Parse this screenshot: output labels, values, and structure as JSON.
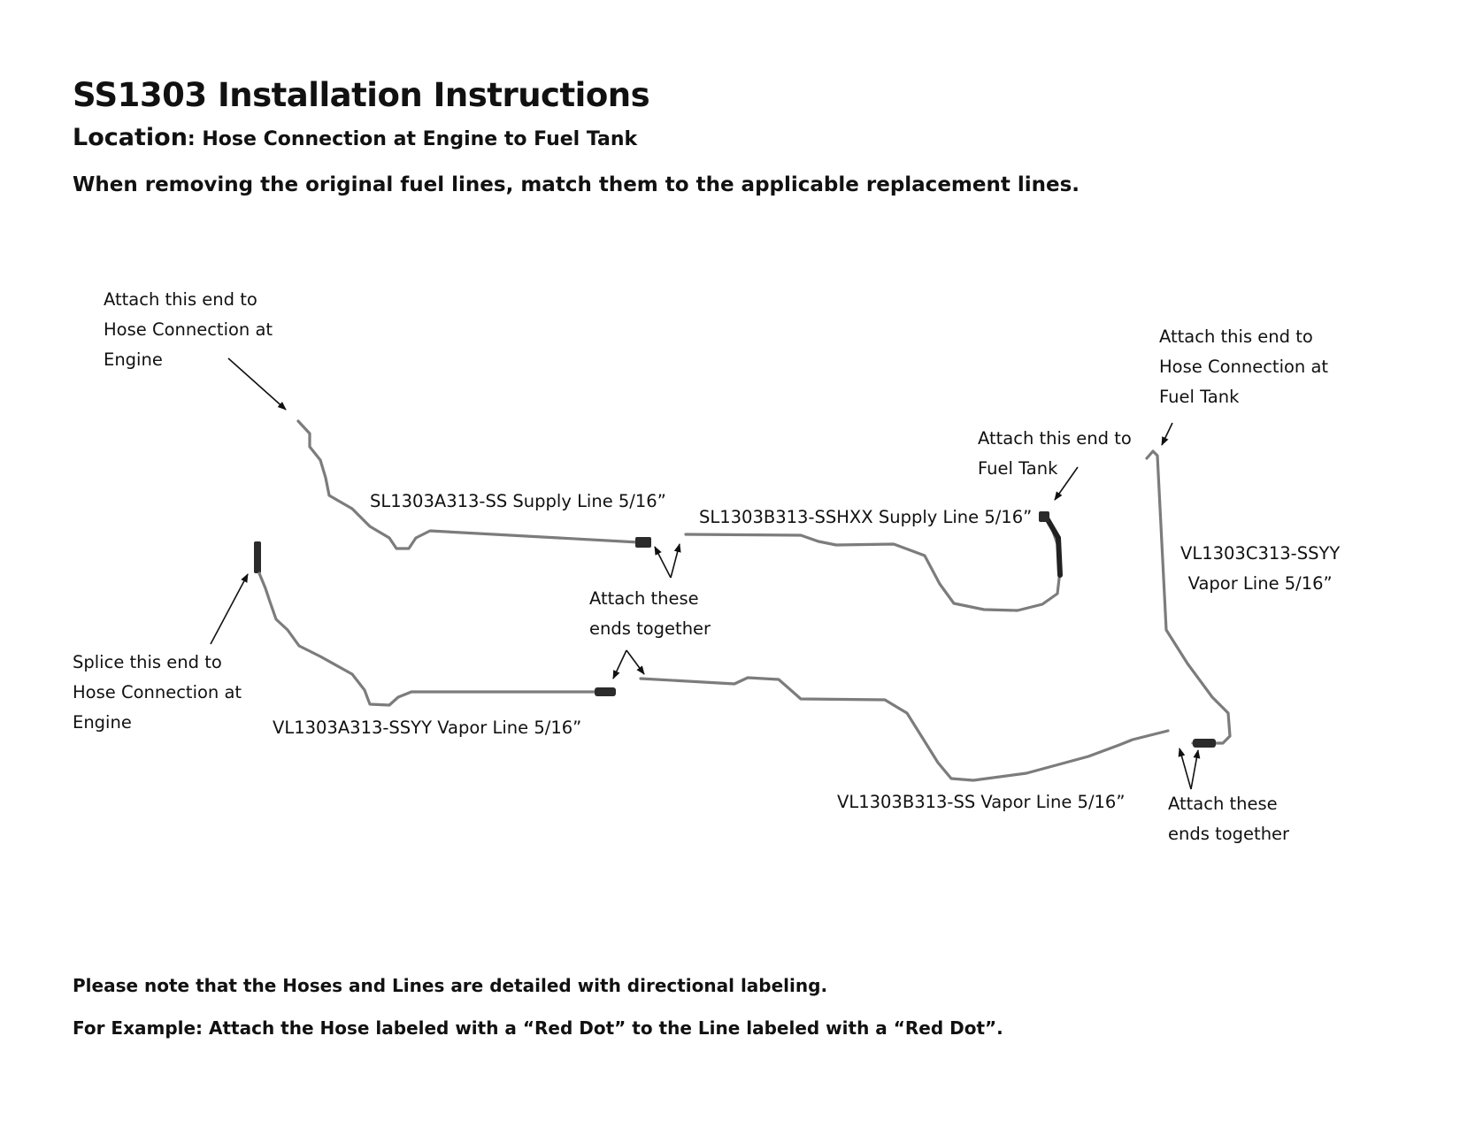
{
  "header": {
    "title": "SS1303 Installation Instructions",
    "location_label": "Location",
    "location_value": ": Hose Connection at Engine to Fuel Tank",
    "intro": "When removing the original fuel lines, match them to the applicable replacement lines."
  },
  "labels": {
    "attach_engine": [
      "Attach this end to",
      "Hose Connection at",
      "Engine"
    ],
    "attach_fuel_tank_hose": [
      "Attach this end to",
      "Hose Connection at",
      "Fuel Tank"
    ],
    "attach_fuel_tank": [
      "Attach this end to",
      "Fuel Tank"
    ],
    "splice_engine": [
      "Splice this end to",
      "Hose Connection at",
      "Engine"
    ],
    "attach_together_1": [
      "Attach these",
      "ends together"
    ],
    "attach_together_2": [
      "Attach these",
      "ends together"
    ]
  },
  "parts": {
    "sl_a": "SL1303A313-SS Supply Line 5/16”",
    "sl_b": "SL1303B313-SSHXX Supply Line 5/16”",
    "vl_a": "VL1303A313-SSYY Vapor Line 5/16”",
    "vl_b": "VL1303B313-SS Vapor Line 5/16”",
    "vl_c": [
      "VL1303C313-SSYY",
      "Vapor Line 5/16”"
    ]
  },
  "notes": {
    "note1": "Please note that the Hoses and Lines are detailed with directional labeling.",
    "note2": "For Example: Attach the Hose labeled with a “Red Dot” to the Line labeled with a “Red Dot”."
  }
}
